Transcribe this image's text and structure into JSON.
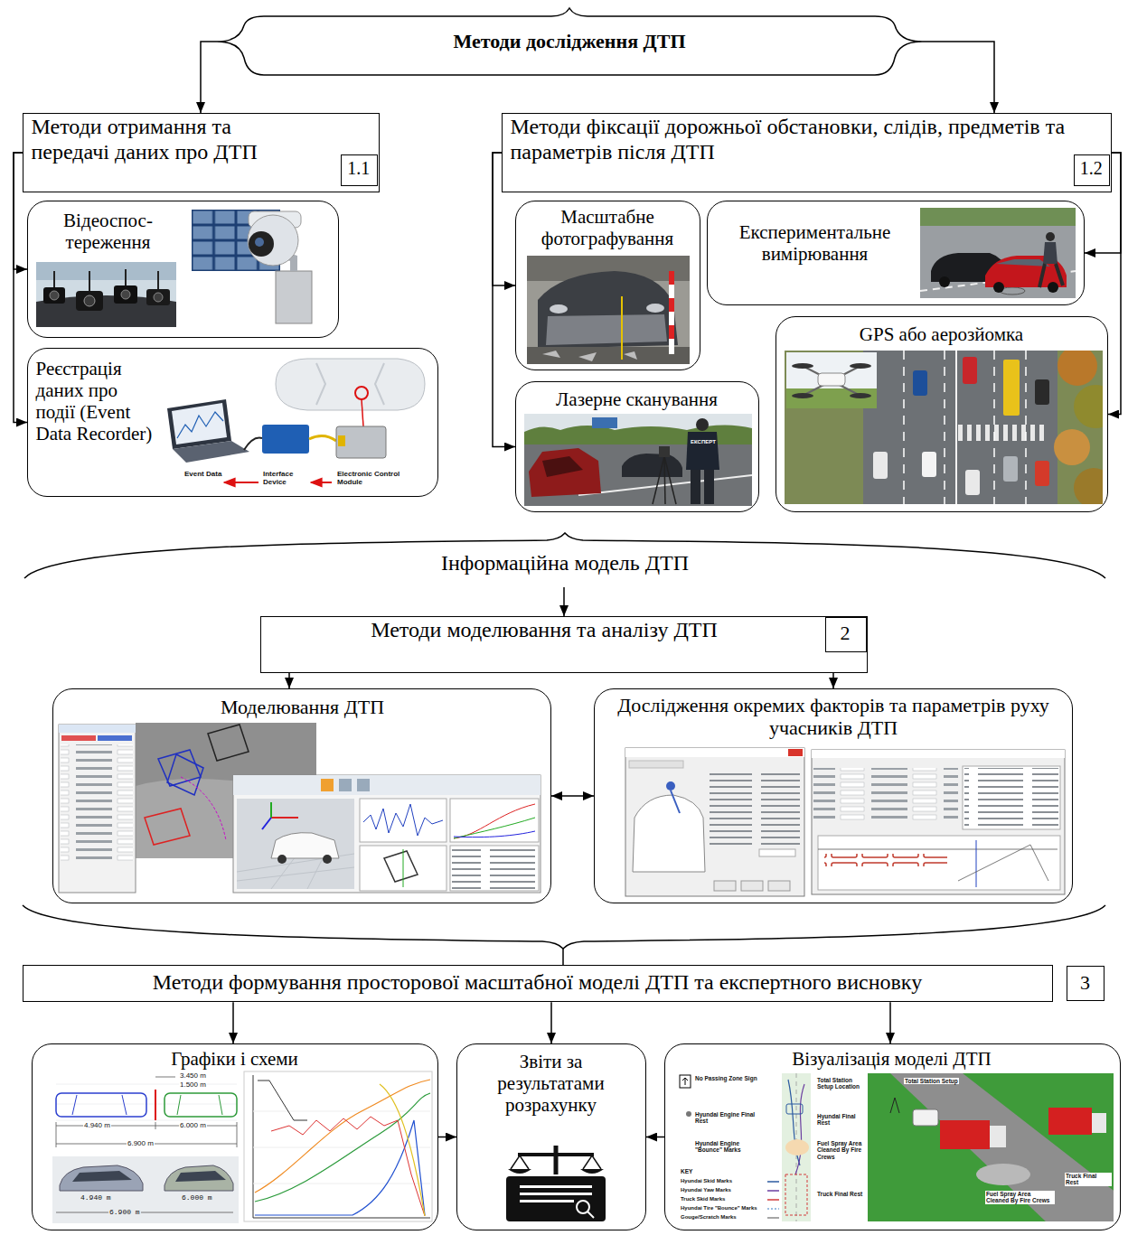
{
  "diagram": {
    "nodes": [
      {
        "text": [
          "Методи дослідження ДТП"
        ]
      },
      {
        "text": [
          "Методи отримання та передачі даних про ДТП"
        ]
      },
      {
        "text": [
          "1.1"
        ],
        "in": 1
      },
      {
        "text": [
          "Методи фіксації дорожньої обстановки, слідів, предметів та параметрів після ДТП"
        ]
      },
      {
        "text": [
          "1.2"
        ],
        "in": 3
      },
      {
        "text": [
          "Відеоспос- тереження"
        ]
      },
      {
        "text": [
          "Реєстрація даних про події (Event Data Recorder)"
        ]
      },
      {
        "text": [
          "Масштабне фотографування"
        ]
      },
      {
        "text": [
          "Лазерне сканування"
        ]
      },
      {
        "text": [
          "Експериментальне вимірювання"
        ]
      },
      {
        "text": [
          "GPS або аерозйомка"
        ]
      },
      {
        "text": [
          "Інформаційна модель ДТП"
        ]
      },
      {
        "text": [
          "Методи моделювання та аналізу ДТП"
        ]
      },
      {
        "text": [
          "2"
        ],
        "in": 12
      },
      {
        "text": [
          "Моделювання ДТП"
        ]
      },
      {
        "text": [
          "Дослідження окремих факторів та параметрів руху учасників ДТП"
        ]
      },
      {
        "text": [
          "Методи формування просторової масштабної моделі ДТП та експертного висновку"
        ]
      },
      {
        "text": [
          "3"
        ]
      },
      {
        "text": [
          "Графіки і схеми"
        ]
      },
      {
        "text": [
          "Звіти за результатами розрахунку"
        ]
      },
      {
        "text": [
          "Візуалізація моделі ДТП"
        ]
      }
    ],
    "edges": [
      {
        "from": 0,
        "to": 1,
        "arrow": "to"
      },
      {
        "from": 0,
        "to": 3,
        "arrow": "to"
      },
      {
        "from": 1,
        "to": 5,
        "arrow": "to"
      },
      {
        "from": 1,
        "to": 6,
        "arrow": "to"
      },
      {
        "from": 3,
        "to": 7,
        "arrow": "to"
      },
      {
        "from": 3,
        "to": 8,
        "arrow": "to"
      },
      {
        "from": 3,
        "to": 9,
        "arrow": "to"
      },
      {
        "from": 3,
        "to": 10,
        "arrow": "to"
      },
      {
        "from": 11,
        "to": 12,
        "arrow": "to"
      },
      {
        "from": 12,
        "to": 14,
        "arrow": "to"
      },
      {
        "from": 12,
        "to": 15,
        "arrow": "to"
      },
      {
        "from": 14,
        "to": 15,
        "arrow": "both"
      },
      {
        "from": 16,
        "to": 18,
        "arrow": "to"
      },
      {
        "from": 16,
        "to": 19,
        "arrow": "to"
      },
      {
        "from": 16,
        "to": 20,
        "arrow": "to"
      },
      {
        "from": 18,
        "to": 19,
        "arrow": "to"
      },
      {
        "from": 20,
        "to": 19,
        "arrow": "to"
      }
    ],
    "labels": [
      "Event Data",
      "Interface Device",
      "Electronic Control Module",
      "ЕКСПЕРТ",
      "3.450 m",
      "1.500 m",
      "4.940 m",
      "6.000 m",
      "6.900 m",
      "4.940 m",
      "6.000 m",
      "6.900 m",
      "No Passing Zone Sign",
      "Total Station Setup Location",
      "Hyundai Engine Final Rest",
      "Hyundai Final Rest",
      "Hyundai Engine \"Bounce\" Marks",
      "Fuel Spray Area Cleaned By Fire Crews",
      "Truck Final Rest",
      "KEY",
      "Total Station Setup",
      "Fuel Spray Area Cleaned By Fire Crews",
      "Truck Final Rest"
    ],
    "legend": [
      {
        "text": "Hyundai Skid Marks"
      },
      {
        "text": "Hyundai Yaw Marks"
      },
      {
        "text": "Truck Skid Marks"
      },
      {
        "text": "Hyundai Tire \"Bounce\" Marks"
      },
      {
        "text": "Gouge/Scratch Marks"
      }
    ]
  }
}
